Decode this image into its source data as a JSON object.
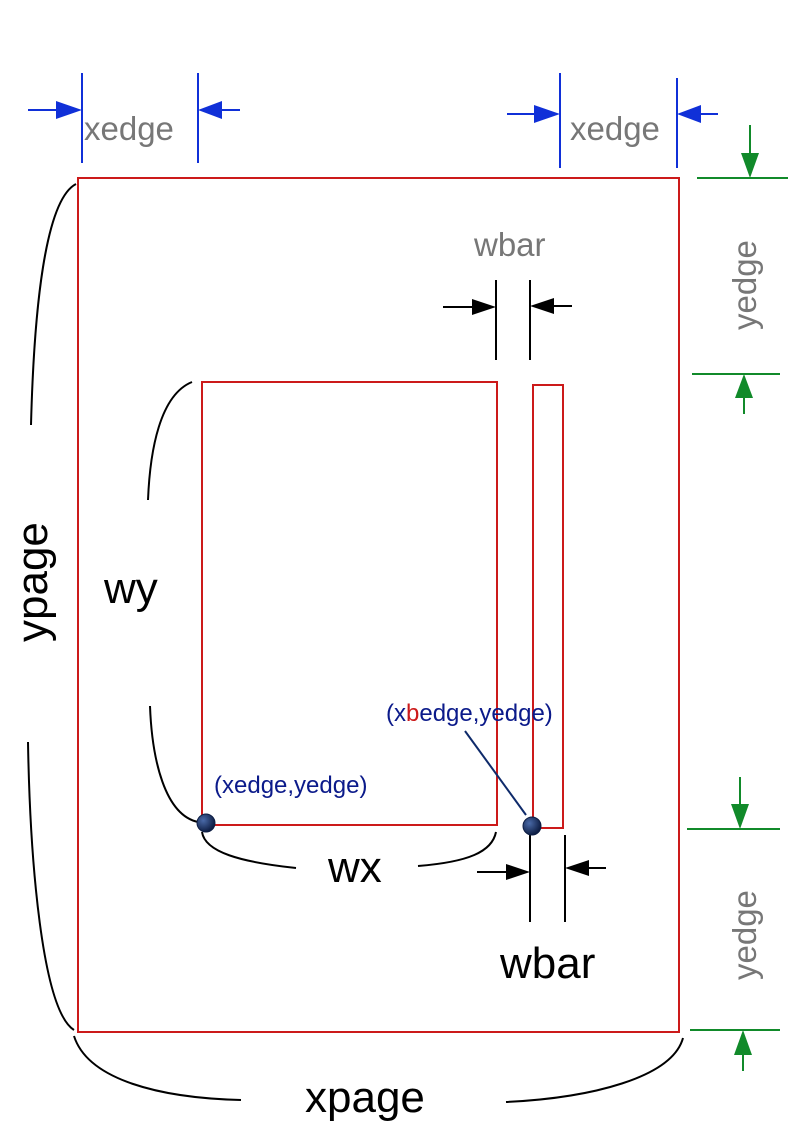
{
  "labels": {
    "xedge_left": "xedge",
    "xedge_right": "xedge",
    "yedge_top": "yedge",
    "yedge_bottom": "yedge",
    "wbar_top": "wbar",
    "wbar_bottom": "wbar",
    "wy": "wy",
    "wx": "wx",
    "ypage": "ypage",
    "xpage": "xpage",
    "origin_coord": "(xedge,yedge)",
    "bar_coord_prefix": "(x",
    "bar_coord_highlight": "b",
    "bar_coord_suffix": "edge,yedge)"
  },
  "colors": {
    "rect_stroke": "#cc1a1a",
    "blue_arrow": "#1030d8",
    "green_arrow": "#118a2a",
    "gray_text": "#777777",
    "coord_text": "#0b1a8a",
    "point_fill": "#1a2e5a"
  }
}
